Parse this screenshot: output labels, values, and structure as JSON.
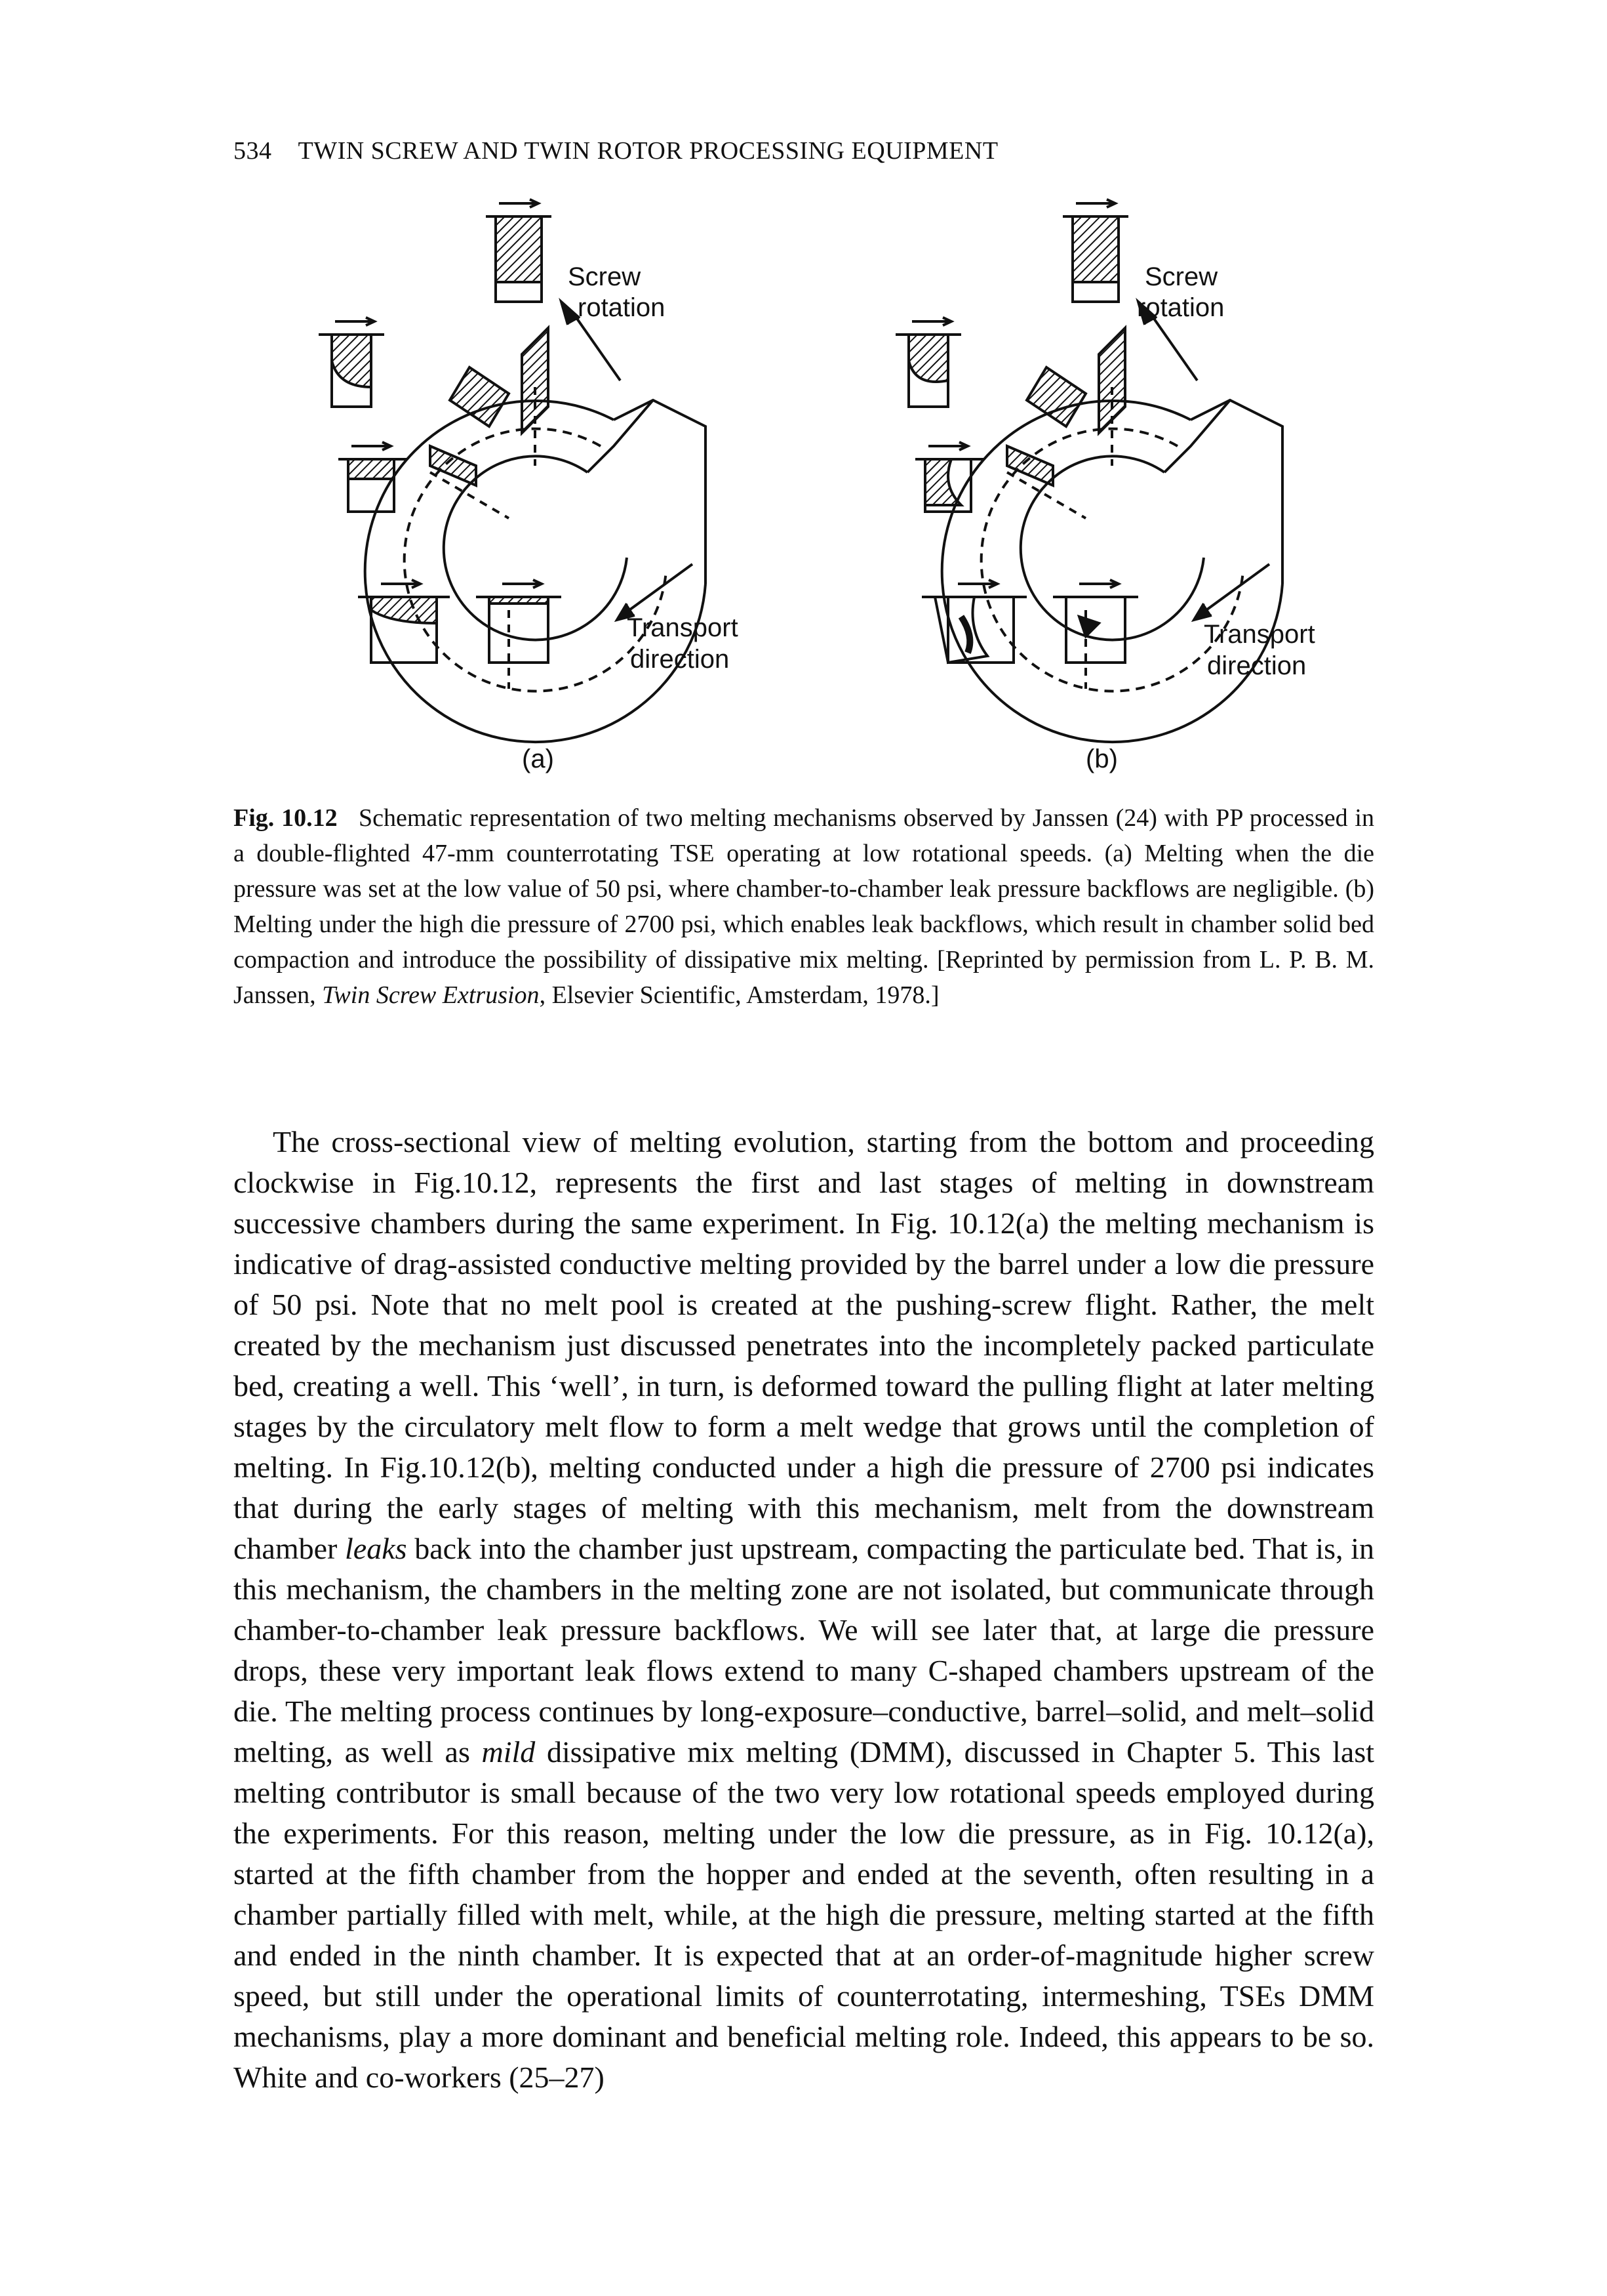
{
  "header": {
    "page_number": "534",
    "running_title": "TWIN SCREW AND TWIN ROTOR PROCESSING EQUIPMENT"
  },
  "figure": {
    "panel_a": {
      "label": "(a)",
      "screw_rotation_1": "Screw",
      "screw_rotation_2": "rotation",
      "transport_1": "Transport",
      "transport_2": "direction"
    },
    "panel_b": {
      "label": "(b)",
      "screw_rotation_1": "Screw",
      "screw_rotation_2": "rotation",
      "transport_1": "Transport",
      "transport_2": "direction"
    }
  },
  "caption": {
    "label": "Fig. 10.12",
    "text_1": "Schematic representation of two melting mechanisms observed by Janssen (24) with PP processed in a double-flighted 47-mm counterrotating TSE operating at low rotational speeds. (a) Melting when the die pressure was set at the low value of 50 psi, where chamber-to-chamber leak pressure backflows are negligible. (b) Melting under the high die pressure of 2700 psi, which enables leak backflows, which result in chamber solid bed compaction and introduce the possibility of dissipative mix melting. [Reprinted by permission from L. P. B. M. Janssen, ",
    "italic_title": "Twin Screw Extrusion",
    "text_2": ", Elsevier Scientific, Amsterdam, 1978.]"
  },
  "body": {
    "p1_a": "The cross-sectional view of melting evolution, starting from the bottom and proceeding clockwise in Fig.10.12, represents the first and last stages of melting in downstream successive chambers during the same experiment. In Fig. 10.12(a) the melting mechanism is indicative of drag-assisted conductive melting provided by the barrel under a low die pressure of 50 psi. Note that no melt pool is created at the pushing-screw flight. Rather, the melt created by the mechanism just discussed penetrates into the incompletely packed particulate bed, creating a well. This ‘well’, in turn, is deformed toward the pulling flight at later melting stages by the circulatory melt flow to form a melt wedge that grows until the completion of melting. In Fig.10.12(b), melting conducted under a high die pressure of 2700 psi indicates that during the early stages of melting with this mechanism, melt from the downstream chamber ",
    "p1_leaks": "leaks",
    "p1_b": " back into the chamber just upstream, compacting the particulate bed. That is, in this mechanism, the chambers in the melting zone are not isolated, but communicate through chamber-to-chamber leak pressure backflows. We will see later that, at large die pressure drops, these very important leak flows extend to many C-shaped chambers upstream of the die. The melting process continues by long-exposure–conductive, barrel–solid, and melt–solid melting, as well as ",
    "p1_mild": "mild",
    "p1_c": " dissipative mix melting (DMM), discussed in Chapter 5. This last melting contributor is small because of the two very low rotational speeds employed during the experiments. For this reason, melting under the low die pressure, as in Fig. 10.12(a), started at the fifth chamber from the hopper and ended at the seventh, often resulting in a chamber partially filled with melt, while, at the high die pressure, melting started at the fifth and ended in the ninth chamber. It is expected that at an order-of-magnitude higher screw speed, but still under the operational limits of counterrotating, intermeshing, TSEs DMM mechanisms, play a more dominant and beneficial melting role. Indeed, this appears to be so. White and co-workers (25–27)"
  }
}
